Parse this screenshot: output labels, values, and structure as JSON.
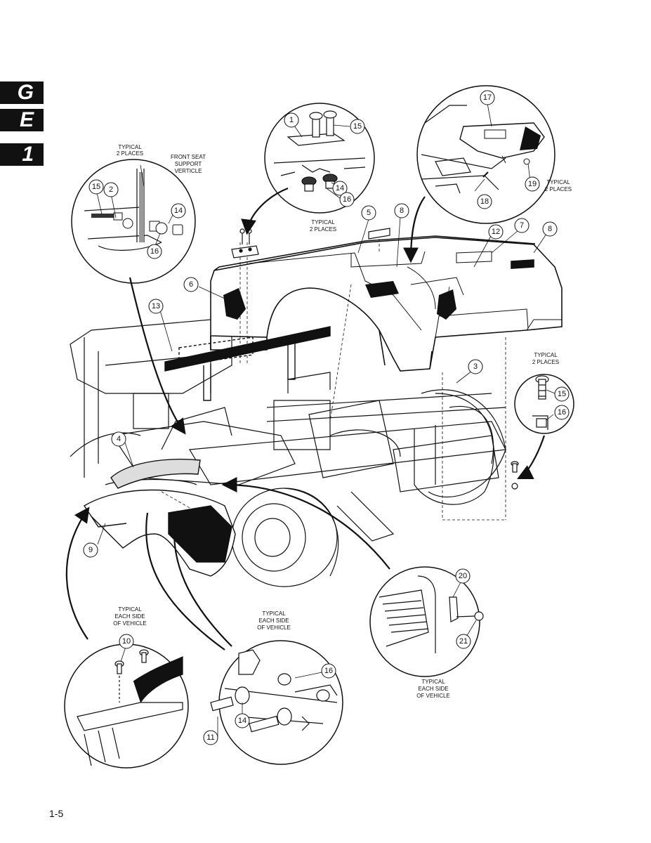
{
  "section_tabs": [
    "G",
    "E",
    "1"
  ],
  "page_number": "1-5",
  "notes": {
    "typical_2_places": [
      "TYPICAL",
      "2 PLACES"
    ],
    "front_seat_support": [
      "FRONT SEAT",
      "SUPPORT",
      "VERTICLE"
    ],
    "typical_each_side": [
      "TYPICAL",
      "EACH SIDE",
      "OF VEHICLE"
    ]
  },
  "callouts": {
    "c1": "1",
    "c2": "2",
    "c3": "3",
    "c4": "4",
    "c5": "5",
    "c6": "6",
    "c7": "7",
    "c8": "8",
    "c9": "9",
    "c10": "10",
    "c11": "11",
    "c12": "12",
    "c13": "13",
    "c14": "14",
    "c15": "15",
    "c16": "16",
    "c17": "17",
    "c18": "18",
    "c19": "19",
    "c20": "20",
    "c21": "21"
  }
}
